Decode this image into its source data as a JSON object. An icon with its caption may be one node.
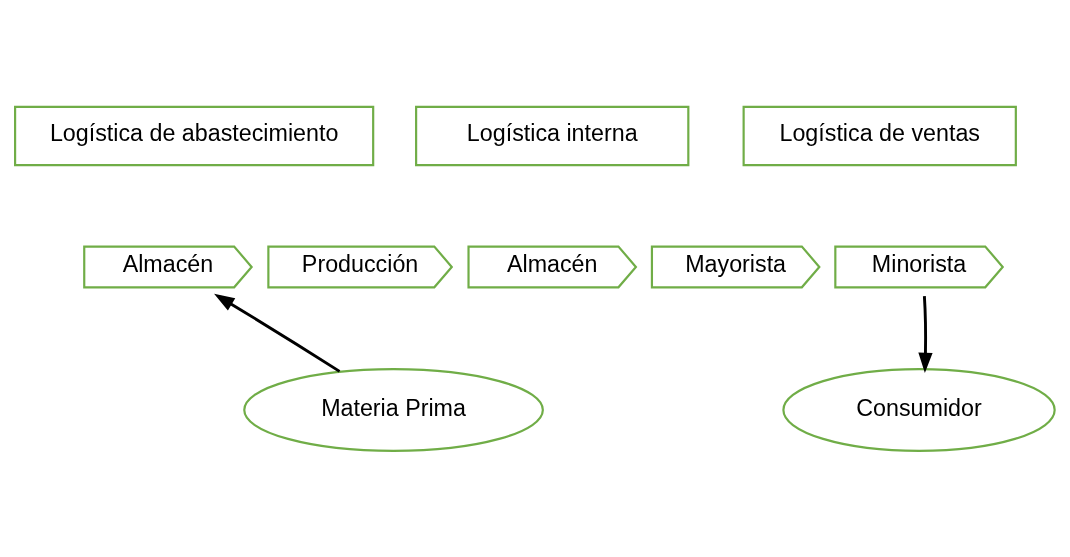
{
  "diagram": {
    "nodes": [
      {
        "text": [
          "Logística de abastecimiento"
        ]
      },
      {
        "text": [
          "Logística interna"
        ]
      },
      {
        "text": [
          "Logística de ventas"
        ]
      },
      {
        "text": [
          "Almacén"
        ]
      },
      {
        "text": [
          "Producción"
        ]
      },
      {
        "text": [
          "Almacén"
        ]
      },
      {
        "text": [
          "Mayorista"
        ]
      },
      {
        "text": [
          "Minorista"
        ]
      },
      {
        "text": [
          "Materia Prima"
        ]
      },
      {
        "text": [
          "Consumidor"
        ]
      }
    ],
    "edges": [
      {
        "from": 8,
        "to": 3,
        "arrow": "to"
      },
      {
        "from": 7,
        "to": 9,
        "arrow": "to"
      }
    ]
  }
}
